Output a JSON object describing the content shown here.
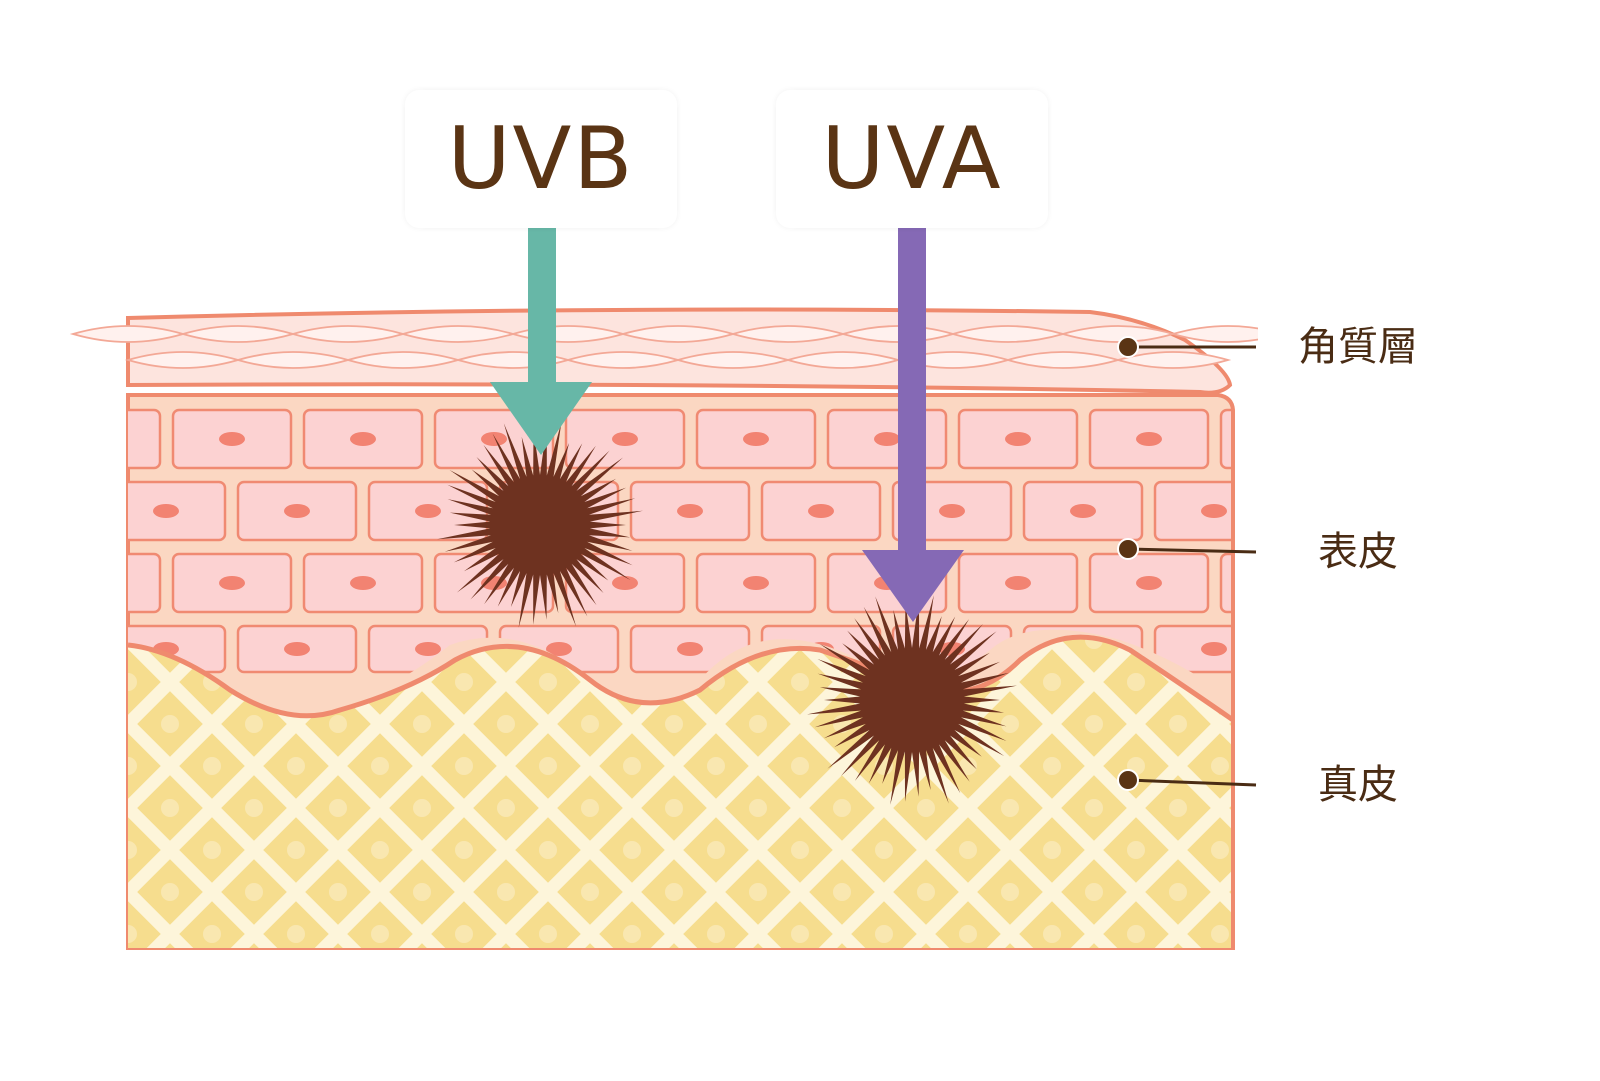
{
  "diagram": {
    "rays": [
      {
        "label": "UVB",
        "color": "#67b7a7"
      },
      {
        "label": "UVA",
        "color": "#8569b5"
      }
    ],
    "layers": [
      {
        "label": "角質層"
      },
      {
        "label": "表皮"
      },
      {
        "label": "真皮"
      }
    ],
    "colors": {
      "horny_fill": "#fde4de",
      "epidermis_fill": "#fbd7c2",
      "cell_fill": "#fcd2d2",
      "cell_border": "#f08a72",
      "nucleus": "#f28372",
      "dermis_fill": "#f6dd8e",
      "dermis_lattice": "#fdf5da",
      "outline": "#ef8a6e",
      "melanin": "#6e3220",
      "leader": "#4a2c14"
    }
  }
}
